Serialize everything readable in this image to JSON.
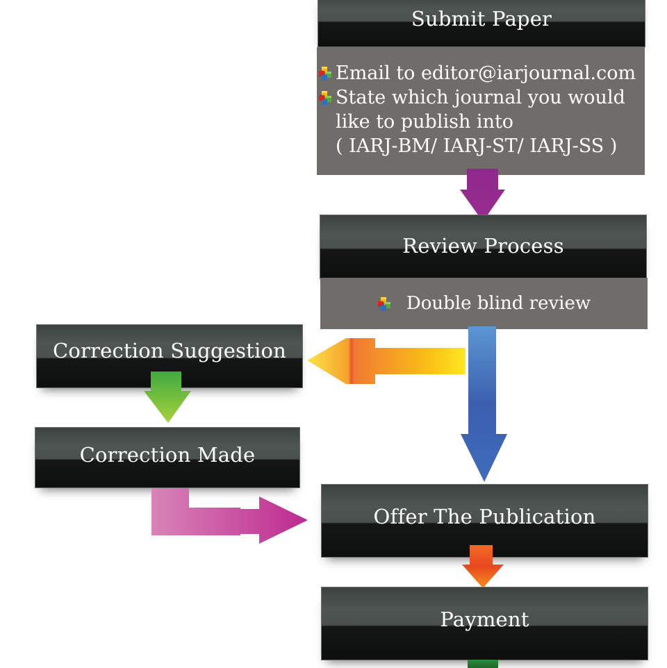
{
  "steps": {
    "submit_paper": {
      "title": "Submit Paper",
      "bullets": [
        "Email to editor@iarjournal.com",
        "State which journal you would like to publish into",
        "( IARJ-BM/ IARJ-ST/ IARJ-SS )"
      ],
      "bullet_line_1": "Email to editor@iarjournal.com",
      "bullet_line_2a": "State which journal you would",
      "bullet_line_2b": "like to publish into",
      "bullet_line_2c": "( IARJ-BM/ IARJ-ST/ IARJ-SS )"
    },
    "review_process": {
      "title": "Review Process",
      "bullets": [
        "Double blind review"
      ]
    },
    "correction_suggestion": {
      "title": "Correction Suggestion"
    },
    "correction_made": {
      "title": "Correction Made"
    },
    "offer_publication": {
      "title": "Offer The Publication"
    },
    "payment": {
      "title": "Payment"
    }
  },
  "icons": {
    "bullet": "colored-cubes-icon"
  },
  "colors": {
    "box_dark": "#0d0f0e",
    "panel_gray": "#6f6c6a",
    "arrow_purple": "#922a8e",
    "arrow_blue": "#3a64b0",
    "arrow_yellow_orange": "#f7a21b",
    "arrow_green": "#7ec043",
    "arrow_pink": "#c8409a",
    "arrow_orange": "#ee5a22",
    "arrow_darkgreen": "#2f7a3a"
  }
}
